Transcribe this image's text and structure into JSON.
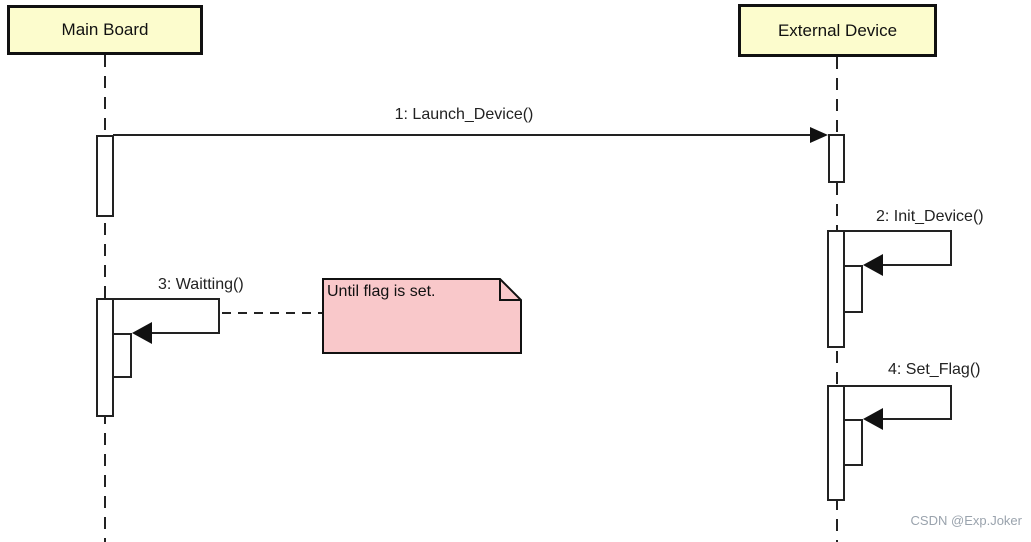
{
  "diagram": {
    "type": "uml-sequence",
    "actors": [
      {
        "name": "Main Board"
      },
      {
        "name": "External Device"
      }
    ],
    "messages": [
      {
        "label": "1: Launch_Device()",
        "from": "Main Board",
        "to": "External Device",
        "kind": "call"
      },
      {
        "label": "2: Init_Device()",
        "from": "External Device",
        "to": "External Device",
        "kind": "self-call"
      },
      {
        "label": "3: Waitting()",
        "from": "Main Board",
        "to": "Main Board",
        "kind": "self-call"
      },
      {
        "label": "4: Set_Flag()",
        "from": "External Device",
        "to": "External Device",
        "kind": "self-call"
      }
    ],
    "note": {
      "text": "Until flag is set.",
      "attached_to": "3: Waitting()"
    },
    "watermark": "CSDN @Exp.Joker",
    "colors": {
      "actor_fill": "#fcfccd",
      "note_fill": "#f9c8ca",
      "line": "#222222",
      "arrow": "#111111",
      "background": "#ffffff",
      "watermark": "#9aa3ad"
    }
  }
}
